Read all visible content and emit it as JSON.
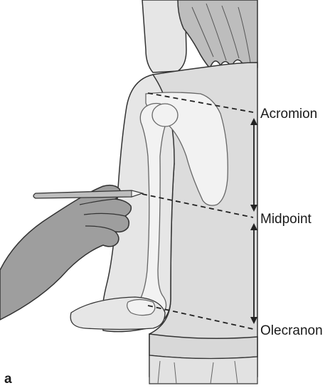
{
  "figure": {
    "panel_letter": "a",
    "labels": {
      "acromion": "Acromion",
      "midpoint": "Midpoint",
      "olecranon": "Olecranon"
    },
    "colors": {
      "skin": "#e6e6e6",
      "body": "#dcdcdc",
      "hair": "#bdbdbd",
      "bone": "#f2f2f2",
      "outline": "#333333",
      "hand": "#9e9e9e",
      "text": "#1a1a1a"
    }
  }
}
